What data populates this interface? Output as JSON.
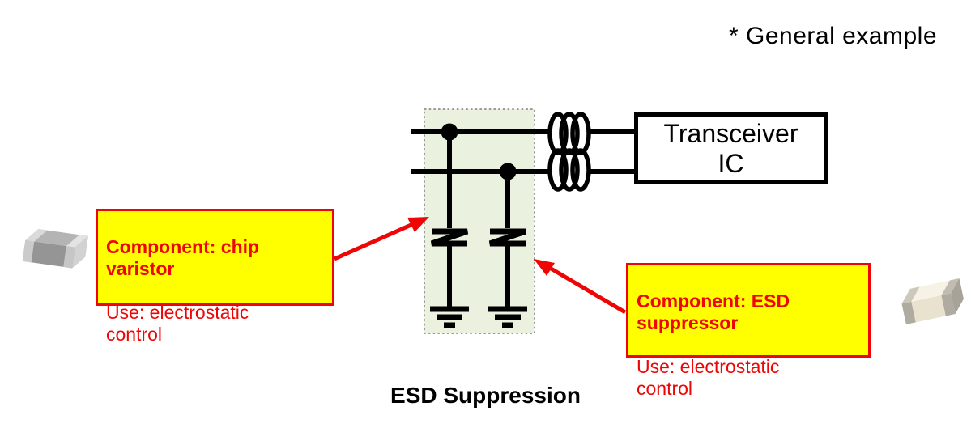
{
  "title": "* General example",
  "caption": "ESD Suppression",
  "circuit": {
    "ic_label_line1": "Transceiver",
    "ic_label_line2": "IC",
    "highlight_region": "esd-protection-area",
    "symbols": [
      "signal-wires",
      "junction-dots",
      "varistor-symbols",
      "ground-symbols",
      "common-mode-choke"
    ]
  },
  "callouts": {
    "left": {
      "component": "Component: chip\nvaristor",
      "use": "Use: electrostatic\ncontrol"
    },
    "right": {
      "component": "Component: ESD\nsuppressor",
      "use": "Use: electrostatic\ncontrol"
    }
  },
  "photos": {
    "left_name": "chip-varistor-photo",
    "right_name": "esd-suppressor-photo"
  },
  "colors": {
    "accent": "#ee0505",
    "callout_bg": "#ffff00",
    "highlight_bg": "#eaf1de",
    "wire": "#000000",
    "text": "#000000"
  }
}
